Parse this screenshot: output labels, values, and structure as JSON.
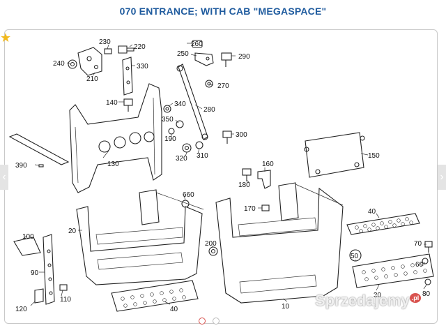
{
  "title": "070 ENTRANCE; WITH CAB \"MEGASPACE\"",
  "labels": {
    "p10": "10",
    "p20": "20",
    "p30": "30",
    "p40a": "40",
    "p40b": "40",
    "p50": "50",
    "p60": "60",
    "p70": "70",
    "p80": "80",
    "p90": "90",
    "p100": "100",
    "p110": "110",
    "p120": "120",
    "p130": "130",
    "p140": "140",
    "p150": "150",
    "p160": "160",
    "p170": "170",
    "p180": "180",
    "p190": "190",
    "p200": "200",
    "p210": "210",
    "p220": "220",
    "p230": "230",
    "p240": "240",
    "p250": "250",
    "p260": "260",
    "p270": "270",
    "p280": "280",
    "p290": "290",
    "p300": "300",
    "p310": "310",
    "p320": "320",
    "p330": "330",
    "p340": "340",
    "p350": "350",
    "p390": "390",
    "p660": "660"
  },
  "watermark": {
    "text": "Sprzedajemy",
    "suffix": ".pl"
  },
  "colors": {
    "title": "#1f5b9e",
    "star": "#f2b91c",
    "active_dot": "#d9534f"
  },
  "icons": {
    "favorite": "star-icon",
    "prev": "chevron-left-icon",
    "next": "chevron-right-icon"
  }
}
